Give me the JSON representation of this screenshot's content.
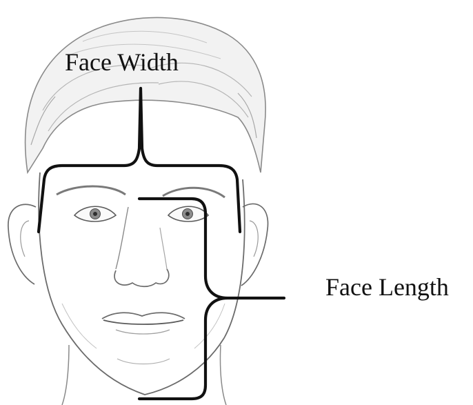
{
  "labels": {
    "face_width": "Face Width",
    "face_length": "Face Length"
  },
  "colors": {
    "background": "#ffffff",
    "bracket_stroke": "#111111",
    "sketch_stroke": "#6b6b6b",
    "sketch_light": "#b5b5b5",
    "hair_fill": "#f2f2f2"
  },
  "illustration": {
    "subject": "front-facing head sketch",
    "style": "pencil"
  }
}
